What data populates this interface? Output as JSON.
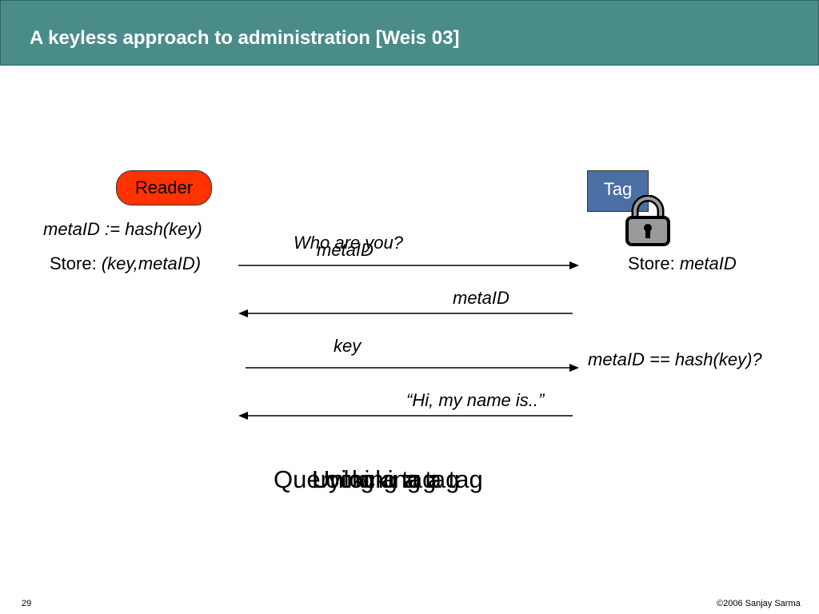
{
  "header": {
    "title": "A keyless approach to administration [Weis 03]"
  },
  "reader": {
    "label": "Reader",
    "metaid_assign": "metaID := hash(key)",
    "store_label": "Store: ",
    "store_value": "(key,metaID)"
  },
  "tag": {
    "label": "Tag",
    "store_label": "Store: ",
    "store_value": "metaID",
    "check": "metaID == hash(key)?"
  },
  "messages": {
    "who_are_you": "Who are you?",
    "metaid_overlay": "metaID",
    "metaid_reply": "metaID",
    "key": "key",
    "hi": "“Hi, my name is..”"
  },
  "captions": {
    "querying": "Querying a tag",
    "locking": "Locking a tag",
    "unlocking": "Unlocking a tag"
  },
  "footer": {
    "page_number": "29",
    "copyright": "©2006 Sanjay Sarma"
  },
  "colors": {
    "header_bg": "#4a8c8a",
    "reader_box": "#ff3300",
    "tag_box": "#4a6fa5"
  }
}
